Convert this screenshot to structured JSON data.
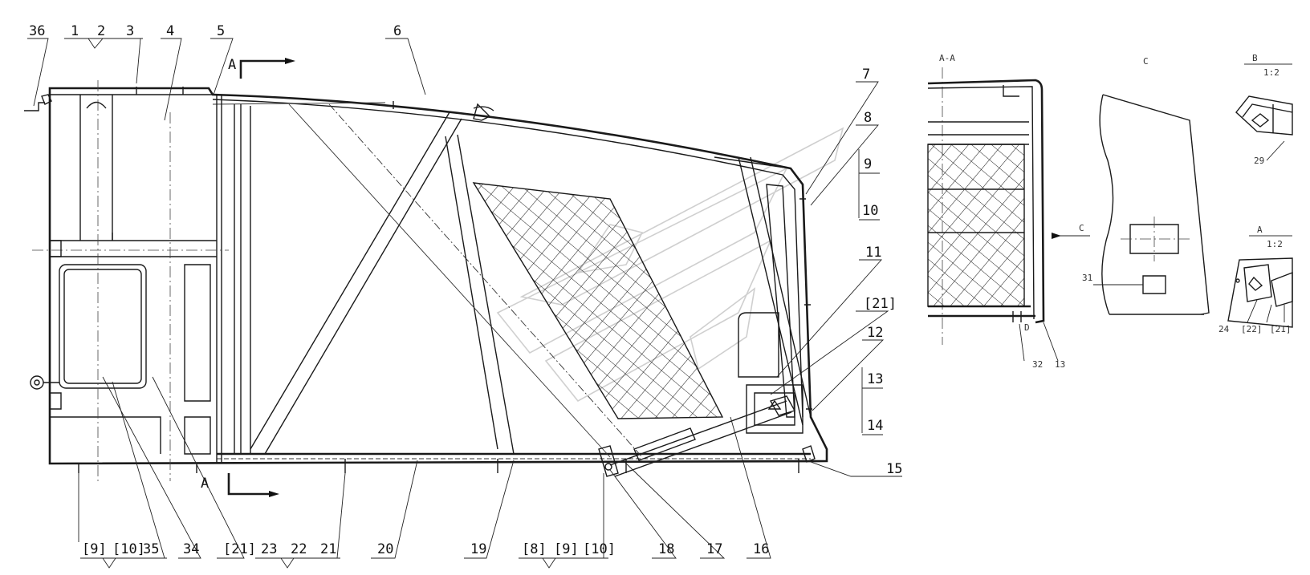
{
  "callouts_top": [
    "36",
    "1",
    "2",
    "3",
    "4",
    "5",
    "6",
    "7",
    "8",
    "9",
    "10",
    "11",
    "12",
    "13",
    "14",
    "15"
  ],
  "callouts_bottom": [
    "[9]",
    "[10]",
    "35",
    "34",
    "[21]",
    "23",
    "22",
    "21",
    "20",
    "19",
    "[8]",
    "[9]",
    "[10]",
    "18",
    "17",
    "16"
  ],
  "section_marks": {
    "top": "A",
    "bottom": "A",
    "left_bracket": "[21]"
  },
  "views": {
    "aa": {
      "title": "A-A",
      "labels": [
        "D",
        "32",
        "13"
      ]
    },
    "c": {
      "title": "C",
      "arrow": "C",
      "labels": [
        "31"
      ]
    },
    "b": {
      "title": "B",
      "scale": "1:2",
      "labels": [
        "29"
      ]
    },
    "a": {
      "title": "A",
      "scale": "1:2",
      "labels": [
        "24",
        "[22]",
        "[21]"
      ]
    }
  }
}
